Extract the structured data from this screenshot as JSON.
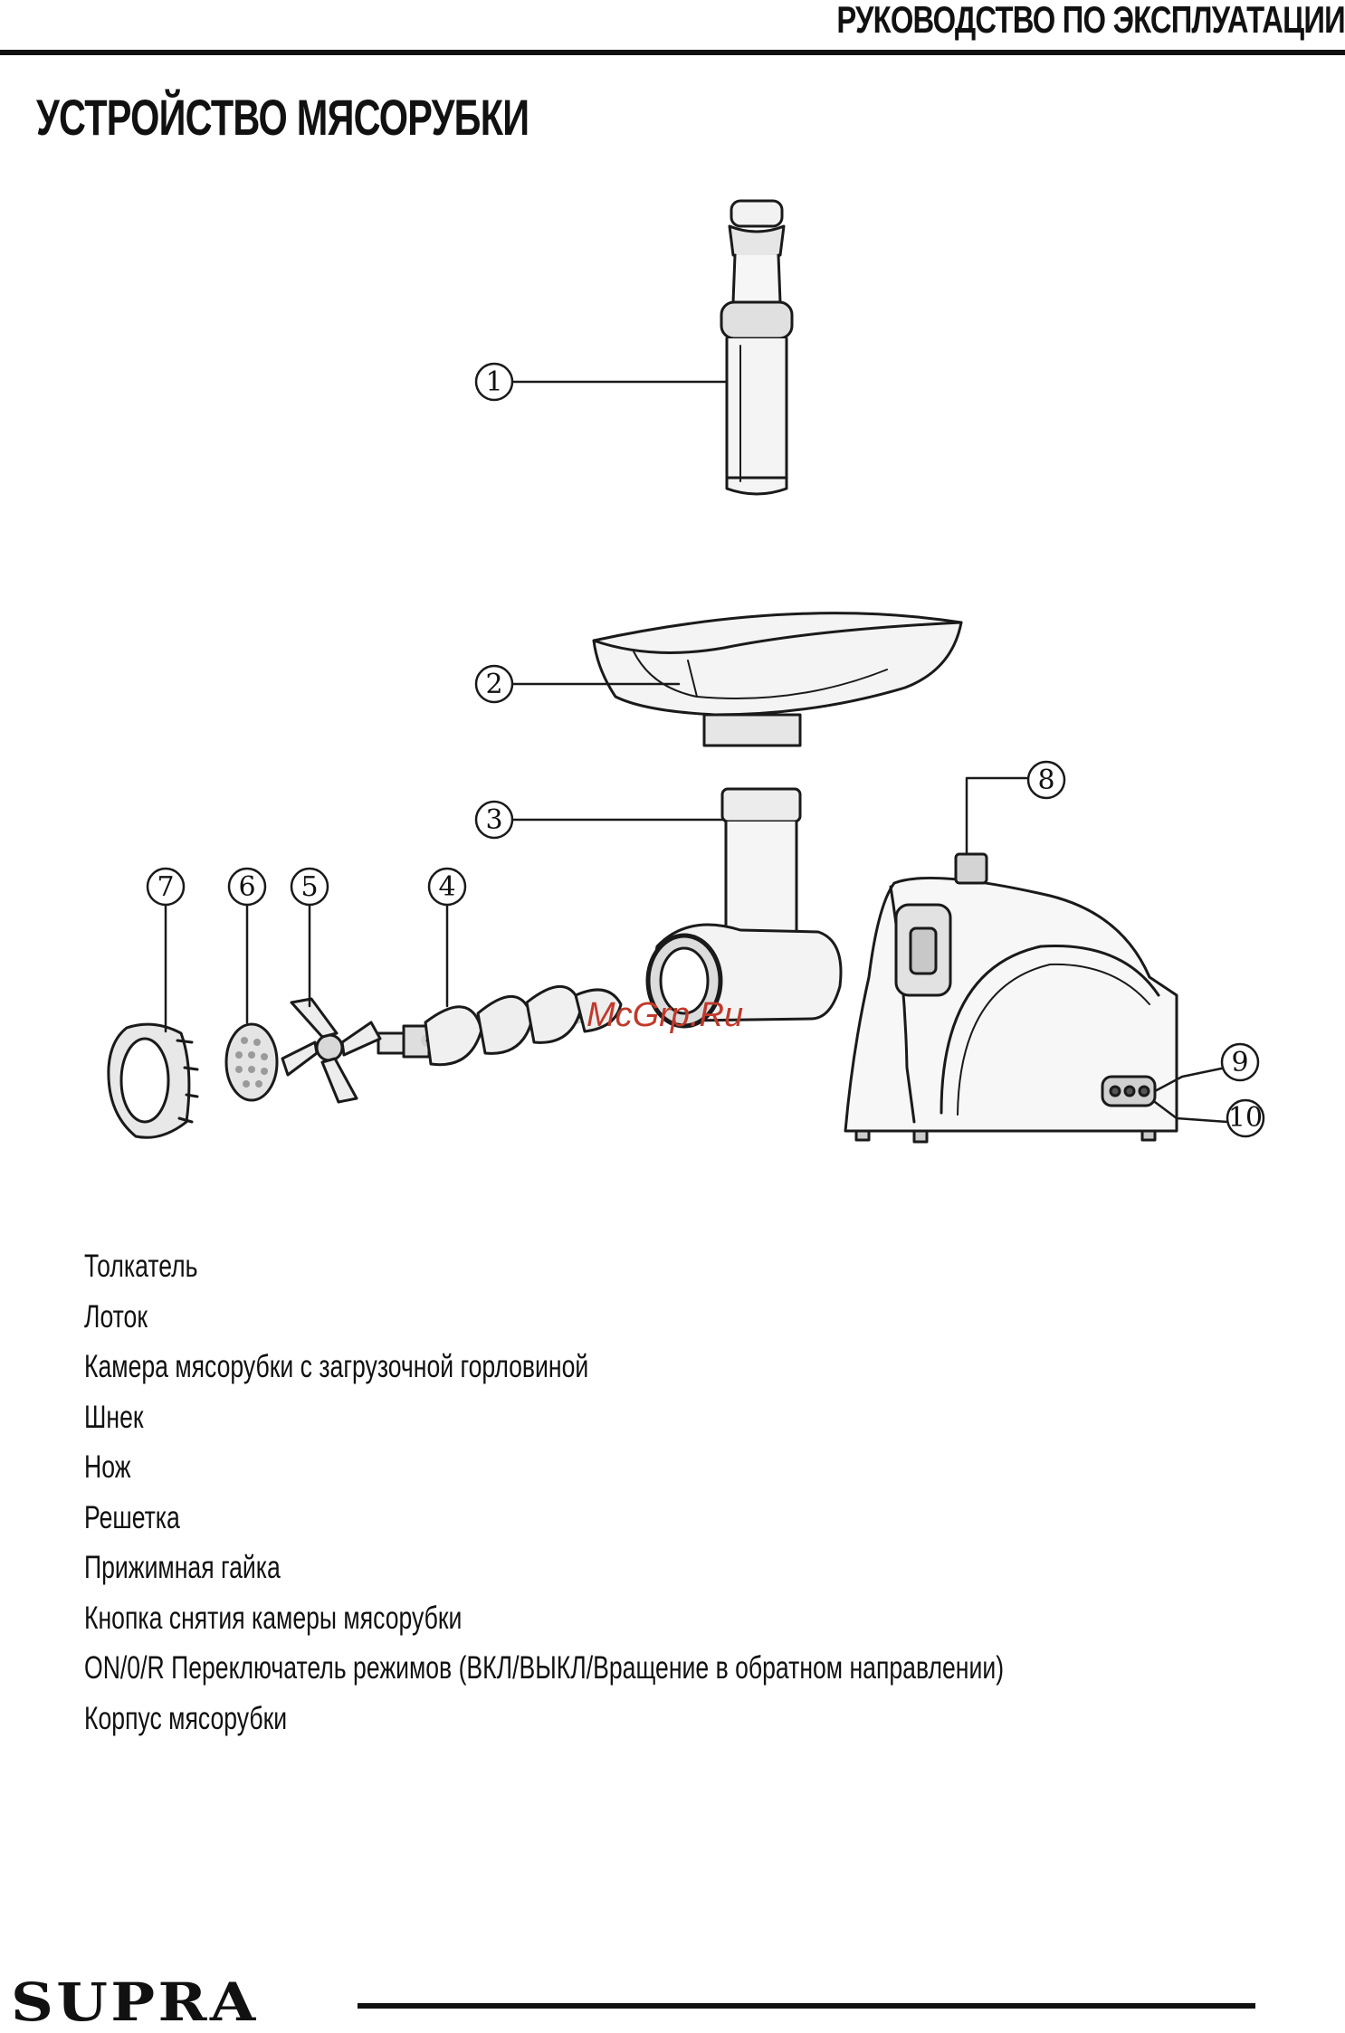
{
  "header": {
    "title": "РУКОВОДСТВО ПО ЭКСПЛУАТАЦИИ"
  },
  "section": {
    "title": "УСТРОЙСТВО МЯСОРУБКИ"
  },
  "diagram": {
    "callouts": [
      "1",
      "2",
      "3",
      "4",
      "5",
      "6",
      "7",
      "8",
      "9",
      "10"
    ],
    "watermark": "McGrp.Ru"
  },
  "parts": [
    "Толкатель",
    "Лоток",
    "Камера мясорубки с загрузочной горловиной",
    "Шнек",
    "Нож",
    "Решетка",
    "Прижимная гайка",
    "Кнопка снятия камеры мясорубки",
    "ON/0/R Переключатель режимов (ВКЛ/ВЫКЛ/Вращение в обратном направлении)",
    "Корпус мясорубки"
  ],
  "footer": {
    "brand": "SUPRA"
  }
}
